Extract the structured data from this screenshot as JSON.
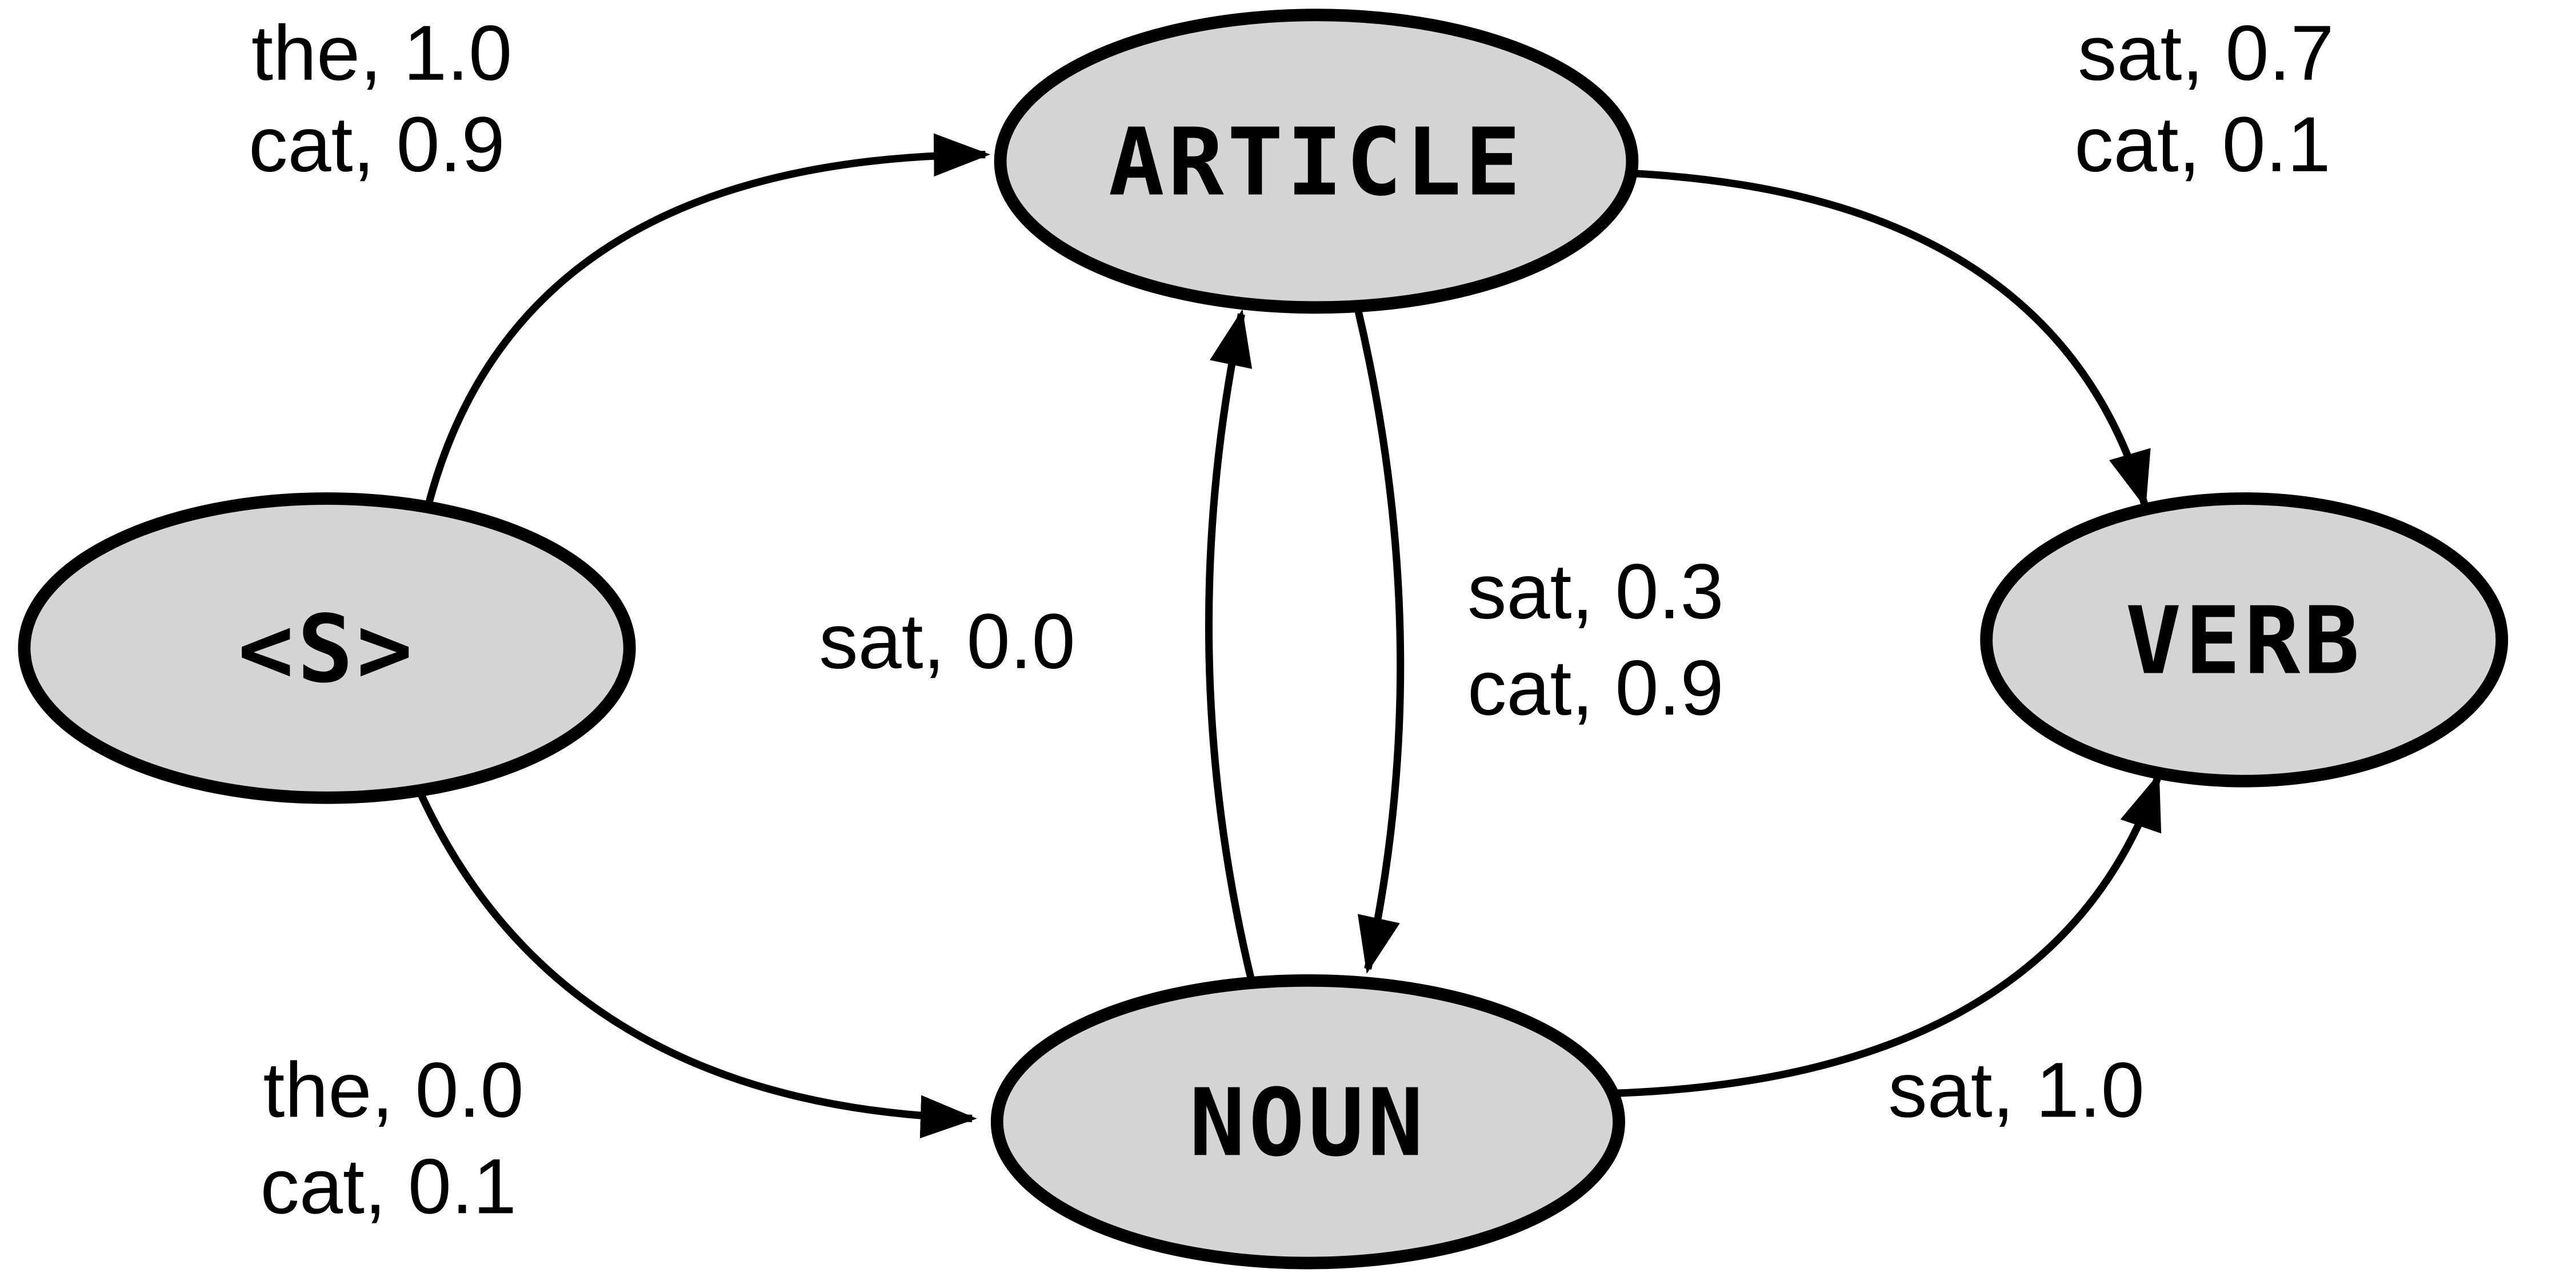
{
  "diagram": {
    "title": "part-of-speech state transition diagram",
    "colors": {
      "background": "#ffffff",
      "node_fill": "#d4d4d4",
      "node_stroke": "#000000",
      "edge_stroke": "#000000"
    },
    "nodes": [
      {
        "id": "start",
        "label": "<S>"
      },
      {
        "id": "article",
        "label": "ARTICLE"
      },
      {
        "id": "noun",
        "label": "NOUN"
      },
      {
        "id": "verb",
        "label": "VERB"
      }
    ],
    "edges": [
      {
        "from": "<S>",
        "to": "ARTICLE",
        "lines": [
          "the, 1.0",
          "cat, 0.9"
        ]
      },
      {
        "from": "<S>",
        "to": "NOUN",
        "lines": [
          "the, 0.0",
          "cat, 0.1"
        ]
      },
      {
        "from": "ARTICLE",
        "to": "VERB",
        "lines": [
          "sat, 0.7",
          "cat, 0.1"
        ]
      },
      {
        "from": "NOUN",
        "to": "ARTICLE",
        "lines": [
          "sat, 0.0"
        ]
      },
      {
        "from": "ARTICLE",
        "to": "NOUN",
        "lines": [
          "sat, 0.3",
          "cat, 0.9"
        ]
      },
      {
        "from": "NOUN",
        "to": "VERB",
        "lines": [
          "sat, 1.0"
        ]
      }
    ]
  }
}
